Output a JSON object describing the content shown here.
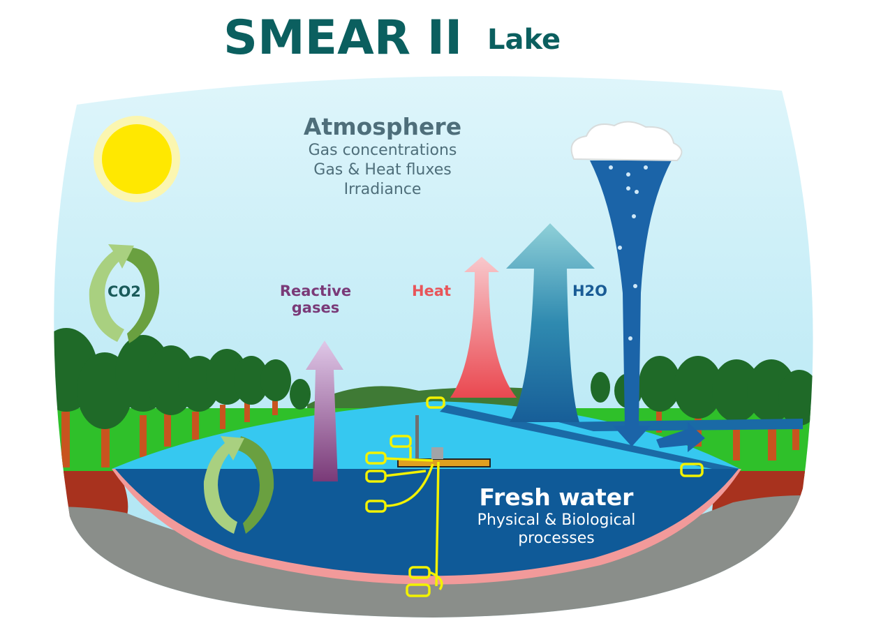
{
  "title": {
    "main": "SMEAR II",
    "sub": "Lake"
  },
  "atmosphere": {
    "heading": "Atmosphere",
    "lines": [
      "Gas concentrations",
      "Gas & Heat fluxes",
      "Irradiance"
    ]
  },
  "labels": {
    "co2": "CO2",
    "reactive_1": "Reactive",
    "reactive_2": "gases",
    "heat": "Heat",
    "h2o": "H2O"
  },
  "water": {
    "heading": "Fresh water",
    "line1": "Physical & Biological",
    "line2": "processes"
  },
  "colors": {
    "title": "#0b5f5f",
    "deep_water": "#0f5a98",
    "lake_surface": "#36c8f0",
    "sky": "#c8eef8",
    "sensor": "#f2f200",
    "heat": "#e8555a",
    "reactive": "#7a3a78",
    "h2o_label": "#1a5c96"
  }
}
